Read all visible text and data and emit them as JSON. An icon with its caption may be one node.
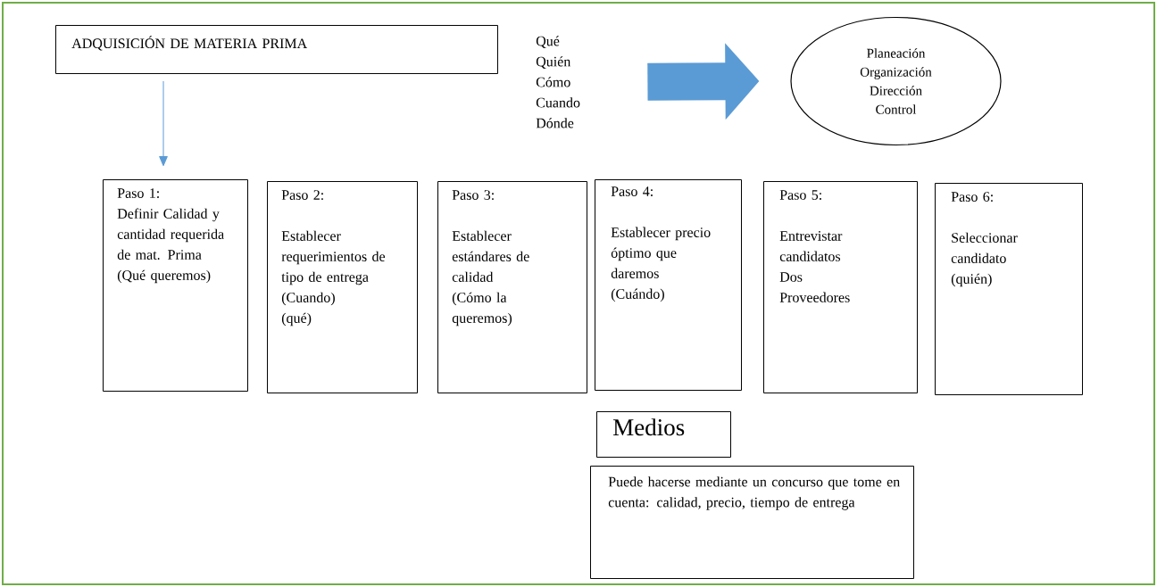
{
  "diagram": {
    "nodes": [
      {
        "text": [
          "ADQUISICIÓN DE MATERIA PRIMA"
        ]
      },
      {
        "text": [
          "Qué",
          "Quién",
          "Cómo",
          "Cuando",
          "Dónde"
        ]
      },
      {
        "text": [
          "Planeación",
          "Organización",
          "Dirección",
          "Control"
        ]
      },
      {
        "text": [
          "Paso 1:",
          "Definir Calidad y cantidad requerida de mat. Prima",
          "(Qué queremos)"
        ]
      },
      {
        "text": [
          "Paso 2:",
          "Establecer requerimientos de tipo de entrega",
          "(Cuando)",
          "(qué)"
        ]
      },
      {
        "text": [
          "Paso 3:",
          "Establecer estándares de calidad",
          "(Cómo la queremos)"
        ]
      },
      {
        "text": [
          "Paso 4:",
          "Establecer precio óptimo que daremos",
          "(Cuándo)"
        ]
      },
      {
        "text": [
          "Paso 5:",
          "Entrevistar candidatos",
          "Dos Proveedores"
        ]
      },
      {
        "text": [
          "Paso 6:",
          "Seleccionar candidato",
          "(quién)"
        ]
      },
      {
        "text": [
          "Medios"
        ]
      },
      {
        "text": [
          "Puede hacerse mediante un concurso que tome en cuenta: calidad, precio, tiempo de entrega"
        ]
      }
    ],
    "edges": [
      {
        "from": 0,
        "to": 3,
        "arrow": "to",
        "color": "#5b9bd5"
      },
      {
        "from": 1,
        "to": 2,
        "arrow": "to",
        "style": "thick",
        "color": "#5b9bd5"
      }
    ]
  }
}
